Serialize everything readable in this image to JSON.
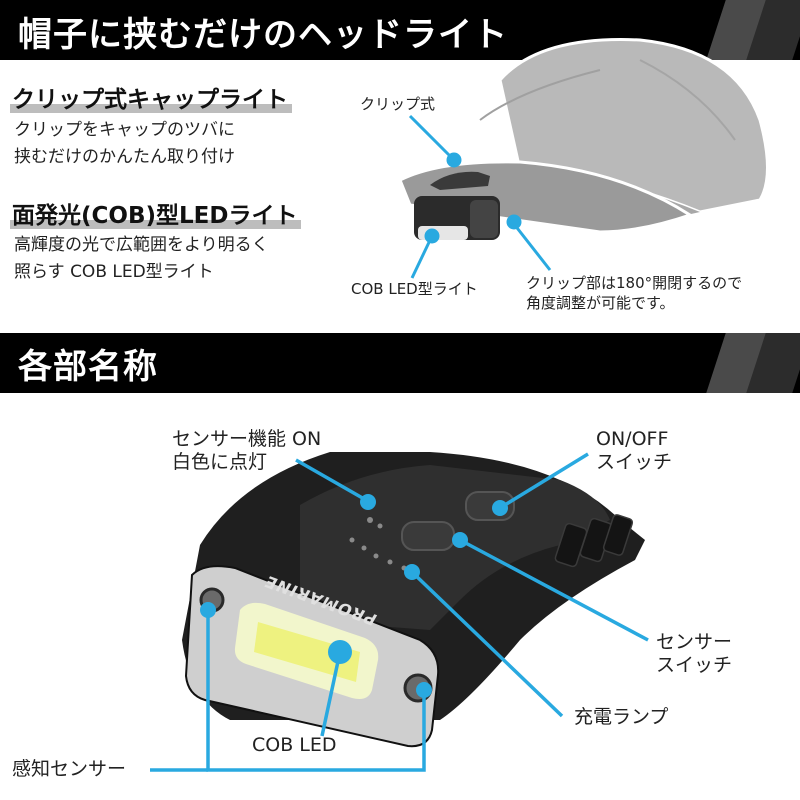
{
  "top_section": {
    "title": "帽子に挟むだけのヘッドライト",
    "feature1": {
      "title": "クリップ式キャップライト",
      "desc_line1": "クリップをキャップのツバに",
      "desc_line2": "挟むだけのかんたん取り付け"
    },
    "feature2": {
      "title": "面発光(COB)型LEDライト",
      "desc_line1": "高輝度の光で広範囲をより明るく",
      "desc_line2": "照らす COB LED型ライト"
    },
    "callouts": {
      "clip": "クリップ式",
      "cob_light": "COB LED型ライト",
      "clip_part_line1": "クリップ部は180°開閉するので",
      "clip_part_line2": "角度調整が可能です。"
    }
  },
  "parts_section": {
    "title": "各部名称",
    "labels": {
      "sensor_on_line1": "センサー機能 ON",
      "sensor_on_line2": "白色に点灯",
      "onoff_line1": "ON/OFF",
      "onoff_line2": "スイッチ",
      "sensor_switch_line1": "センサー",
      "sensor_switch_line2": "スイッチ",
      "charge_lamp": "充電ランプ",
      "cob_led": "COB LED",
      "sensor": "感知センサー"
    },
    "product_brand": "PROMARINE"
  },
  "colors": {
    "accent": "#29a9e0",
    "banner": "#000000",
    "body": "#2b2b2b"
  }
}
